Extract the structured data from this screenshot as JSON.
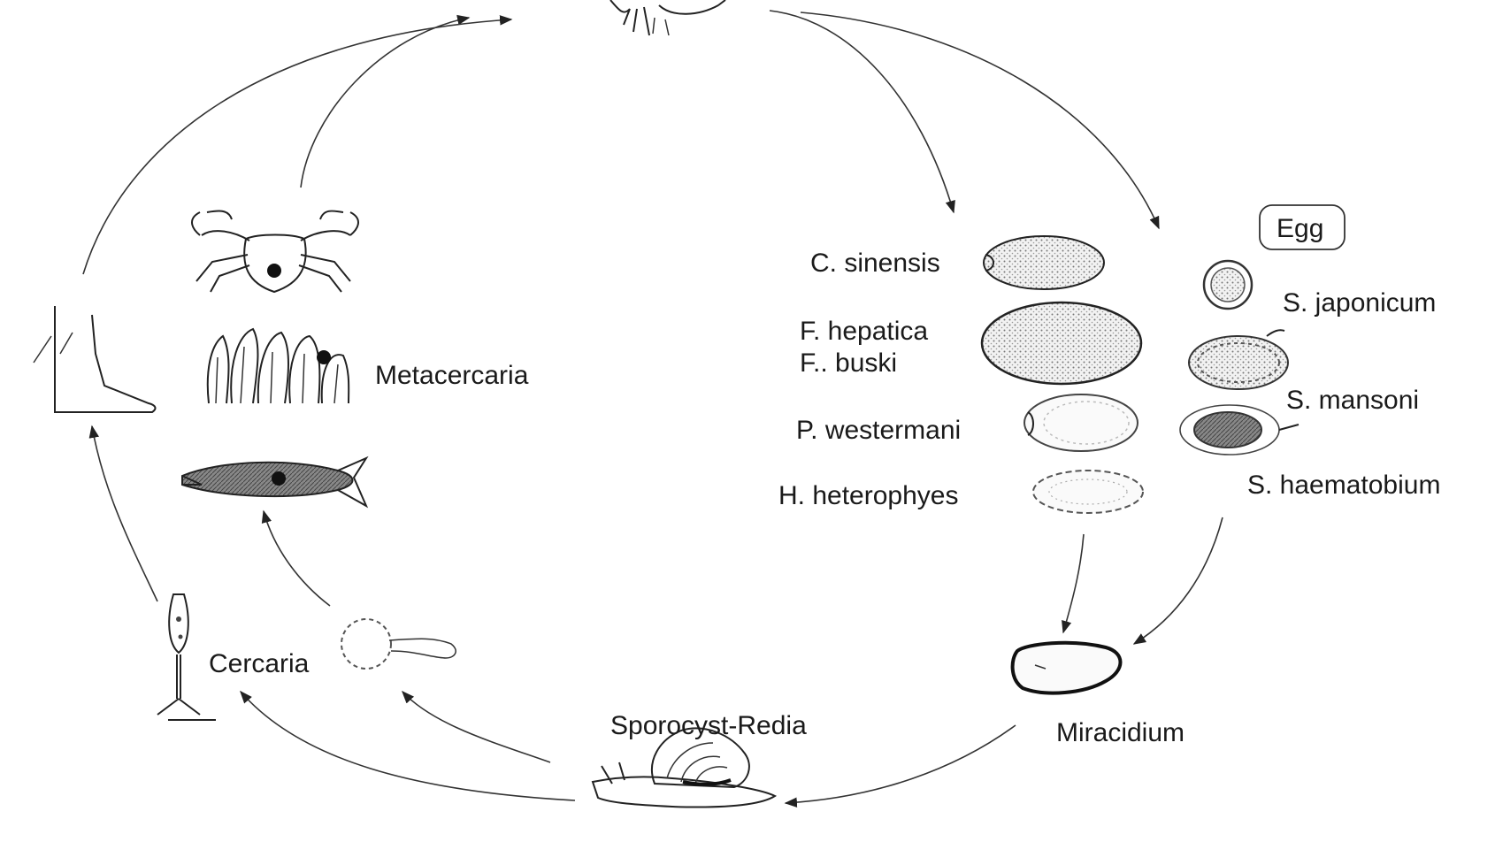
{
  "egg_box_label": "Egg",
  "stages": {
    "metacercaria": "Metacercaria",
    "cercaria": "Cercaria",
    "sporocyst_redia": "Sporocyst-Redia",
    "miracidium": "Miracidium"
  },
  "egg_species_left": [
    "C. sinensis",
    "F. hepatica",
    "F.. buski",
    "P. westermani",
    "H. heterophyes"
  ],
  "egg_species_right": [
    "S. japonicum",
    "S. mansoni",
    "S. haematobium"
  ]
}
